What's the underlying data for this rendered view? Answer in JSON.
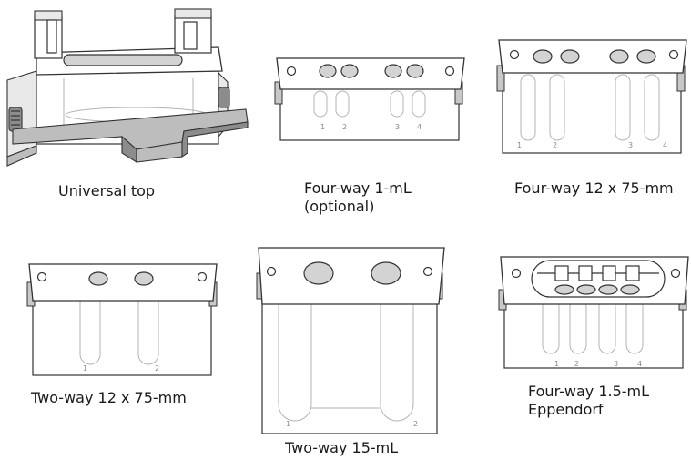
{
  "adapters": [
    {
      "name": "universal-top",
      "caption": [
        "Universal top"
      ]
    },
    {
      "name": "four-way-1ml",
      "caption": [
        "Four-way 1-mL",
        "(optional)"
      ],
      "tube_labels": [
        "1",
        "2",
        "3",
        "4"
      ]
    },
    {
      "name": "four-way-12x75",
      "caption": [
        "Four-way 12 x 75-mm"
      ],
      "tube_labels": [
        "1",
        "2",
        "3",
        "4"
      ]
    },
    {
      "name": "two-way-12x75",
      "caption": [
        "Two-way 12 x 75-mm"
      ],
      "tube_labels": [
        "1",
        "2"
      ]
    },
    {
      "name": "two-way-15ml",
      "caption": [
        "Two-way 15-mL"
      ],
      "tube_labels": [
        "1",
        "2"
      ]
    },
    {
      "name": "four-way-1-5ml-eppendorf",
      "caption": [
        "Four-way 1.5-mL",
        "Eppendorf"
      ],
      "tube_labels": [
        "1",
        "2",
        "3",
        "4"
      ]
    }
  ]
}
